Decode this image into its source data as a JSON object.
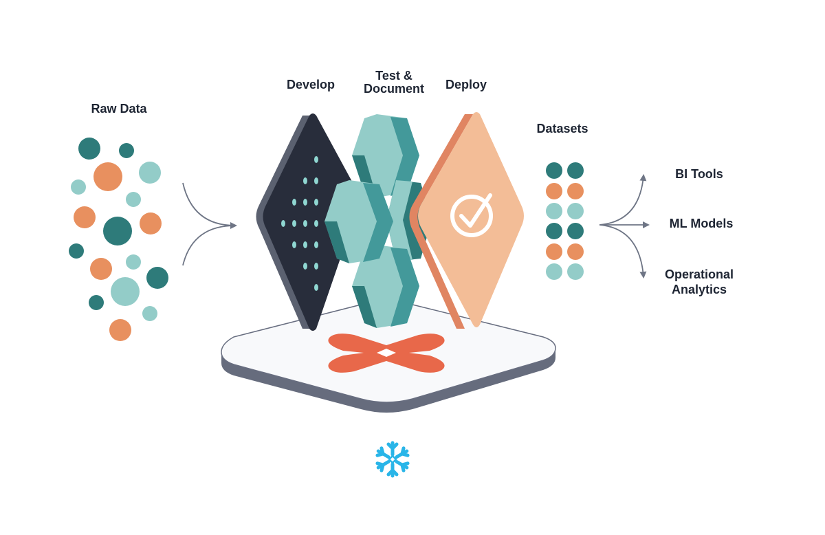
{
  "stages": {
    "develop": "Develop",
    "test_document": "Test &\nDocument",
    "deploy": "Deploy"
  },
  "inputs": {
    "raw_data": "Raw Data"
  },
  "outputs": {
    "datasets": "Datasets",
    "bi_tools": "BI Tools",
    "ml_models": "ML Models",
    "operational_analytics": "Operational\nAnalytics"
  },
  "colors": {
    "teal_dark": "#2e7b7a",
    "teal_mid": "#43999a",
    "teal_light": "#93ccc8",
    "orange": "#e8905f",
    "peach": "#f3bd97",
    "navy": "#282d3b",
    "dbt_orange": "#e8684a",
    "snowflake_blue": "#29b5e8",
    "arrow_gray": "#6e7585"
  },
  "icons": {
    "platform_logo": "dbt-logo",
    "warehouse_logo": "snowflake-icon",
    "deploy_badge": "checkmark-circle-icon"
  }
}
